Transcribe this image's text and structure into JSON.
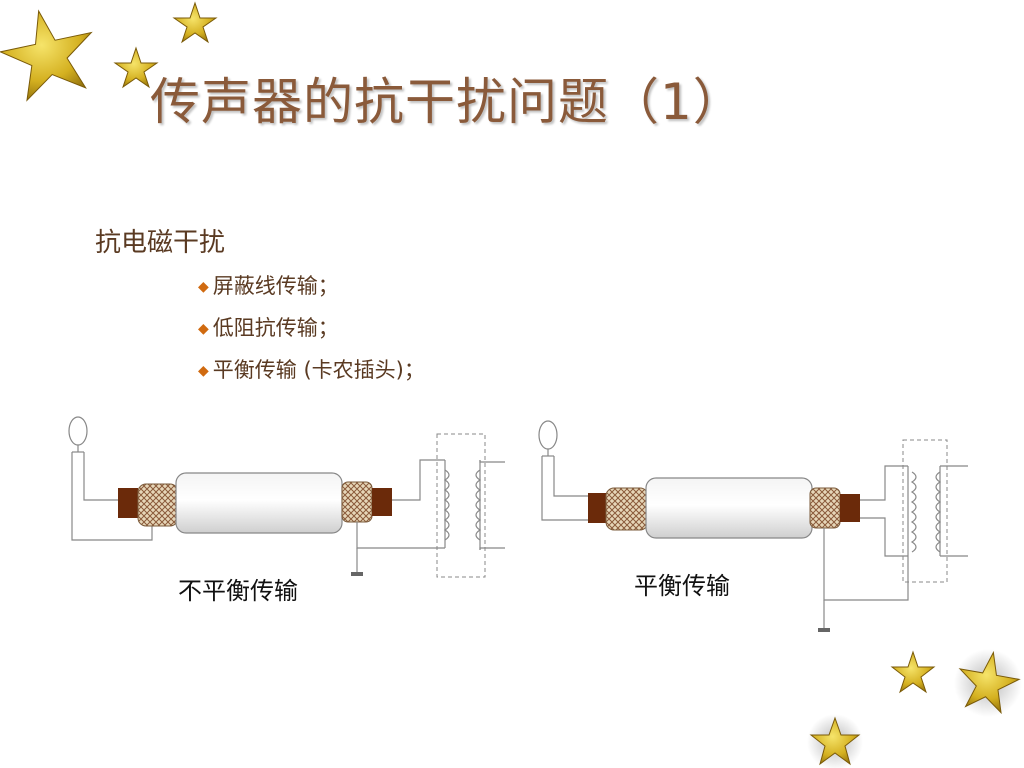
{
  "slide": {
    "title": "传声器的抗干扰问题（1）",
    "heading": "抗电磁干扰",
    "bullets": [
      "屏蔽线传输；",
      "低阻抗传输；",
      "平衡传输 (卡农插头)；"
    ],
    "diagram_left_caption": "不平衡传输",
    "diagram_right_caption": "平衡传输"
  },
  "colors": {
    "title": "#8a5a3a",
    "bullet_marker": "#d06a10",
    "star_gold": "#d4b020",
    "connector_brown": "#6b2a0a",
    "braid": "#d8c4a4"
  }
}
